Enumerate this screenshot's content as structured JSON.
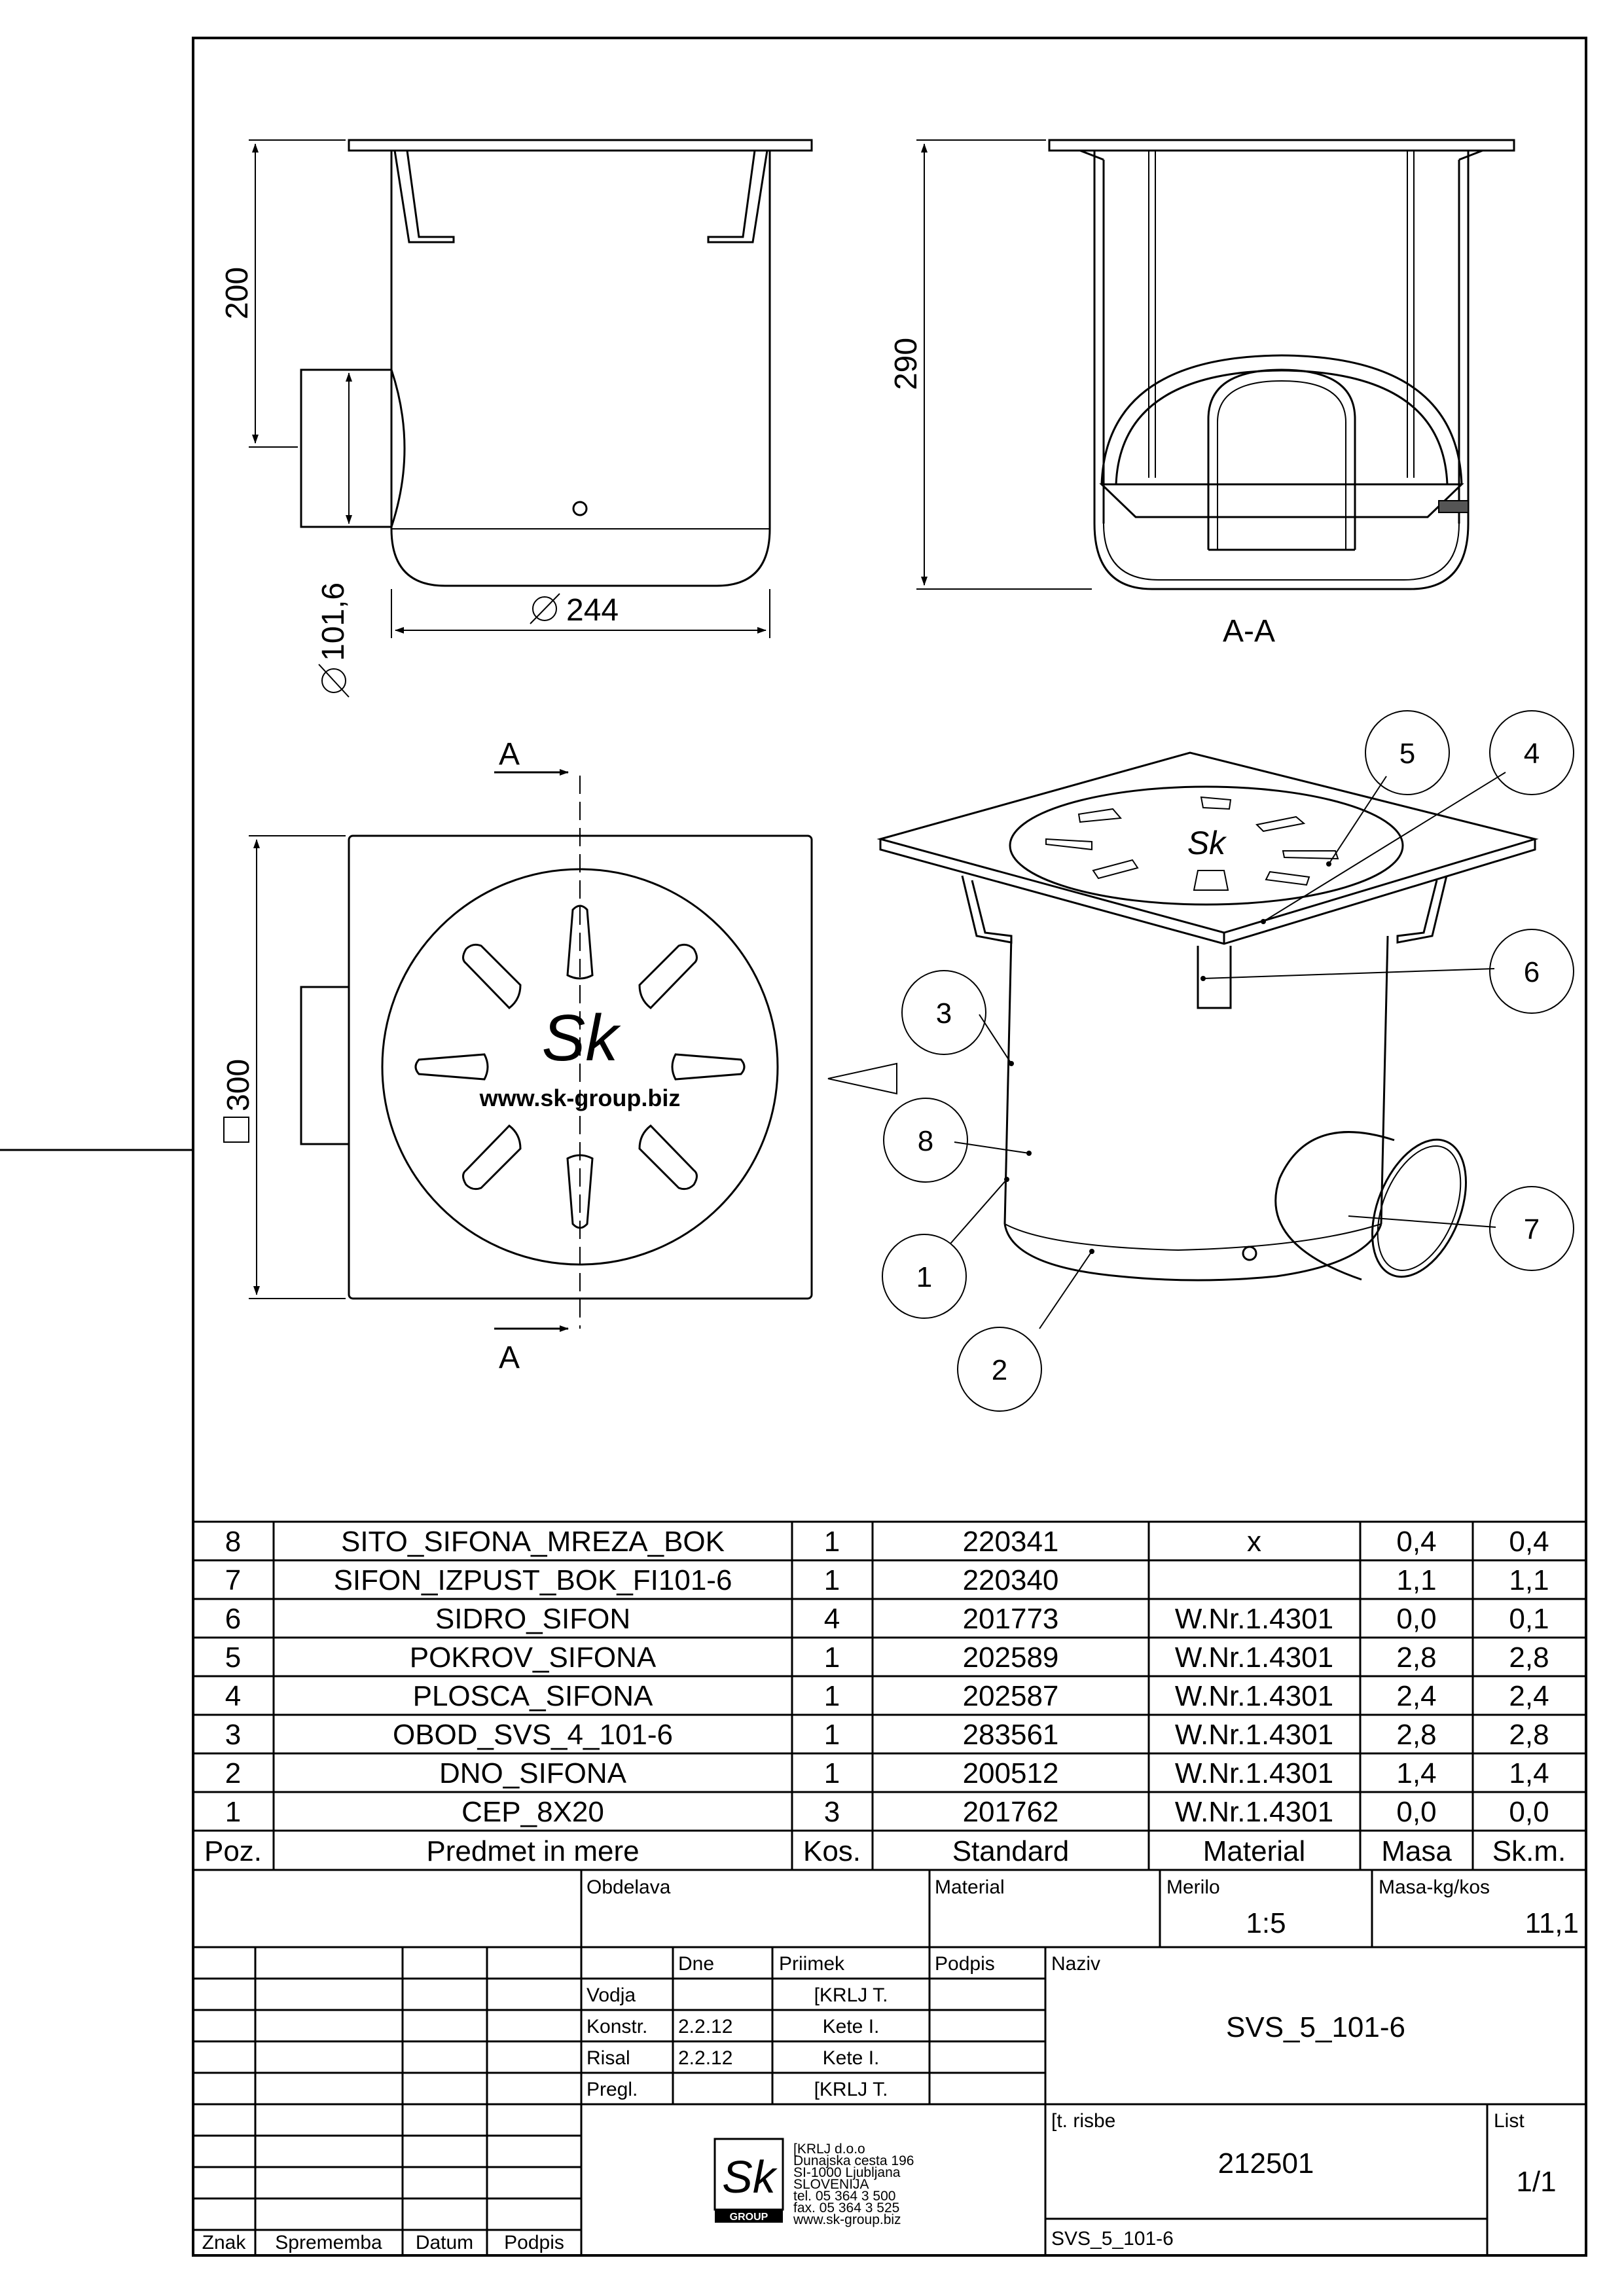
{
  "views": {
    "dim_height_200": "200",
    "dim_outlet_diameter": "101,6",
    "dim_body_diameter": "244",
    "dim_height_290": "290",
    "section_label": "A-A",
    "dim_square_300": "300",
    "cut_marker_top": "A",
    "cut_marker_bottom": "A",
    "logo_text": "Sk",
    "grate_url": "www.sk-group.biz"
  },
  "balloons": [
    "1",
    "2",
    "3",
    "4",
    "5",
    "6",
    "7",
    "8"
  ],
  "bom": {
    "rows": [
      {
        "poz": "8",
        "name": "SITO_SIFONA_MREZA_BOK",
        "kos": "1",
        "standard": "220341",
        "material": "x",
        "masa": "0,4",
        "skm": "0,4"
      },
      {
        "poz": "7",
        "name": "SIFON_IZPUST_BOK_FI101-6",
        "kos": "1",
        "standard": "220340",
        "material": "",
        "masa": "1,1",
        "skm": "1,1"
      },
      {
        "poz": "6",
        "name": "SIDRO_SIFON",
        "kos": "4",
        "standard": "201773",
        "material": "W.Nr.1.4301",
        "masa": "0,0",
        "skm": "0,1"
      },
      {
        "poz": "5",
        "name": "POKROV_SIFONA",
        "kos": "1",
        "standard": "202589",
        "material": "W.Nr.1.4301",
        "masa": "2,8",
        "skm": "2,8"
      },
      {
        "poz": "4",
        "name": "PLOSCA_SIFONA",
        "kos": "1",
        "standard": "202587",
        "material": "W.Nr.1.4301",
        "masa": "2,4",
        "skm": "2,4"
      },
      {
        "poz": "3",
        "name": "OBOD_SVS_4_101-6",
        "kos": "1",
        "standard": "283561",
        "material": "W.Nr.1.4301",
        "masa": "2,8",
        "skm": "2,8"
      },
      {
        "poz": "2",
        "name": "DNO_SIFONA",
        "kos": "1",
        "standard": "200512",
        "material": "W.Nr.1.4301",
        "masa": "1,4",
        "skm": "1,4"
      },
      {
        "poz": "1",
        "name": "CEP_8X20",
        "kos": "3",
        "standard": "201762",
        "material": "W.Nr.1.4301",
        "masa": "0,0",
        "skm": "0,0"
      }
    ],
    "header": {
      "poz": "Poz.",
      "name": "Predmet in mere",
      "kos": "Kos.",
      "standard": "Standard",
      "material": "Material",
      "masa": "Masa",
      "skm": "Sk.m."
    }
  },
  "title_block": {
    "obdelava_label": "Obdelava",
    "material_label": "Material",
    "merilo_label": "Merilo",
    "merilo_value": "1:5",
    "masa_label": "Masa-kg/kos",
    "masa_value": "11,1",
    "dne_label": "Dne",
    "priimek_label": "Priimek",
    "podpis_label": "Podpis",
    "naziv_label": "Naziv",
    "naziv_value": "SVS_5_101-6",
    "roles": [
      {
        "role": "Vodja",
        "date": "",
        "name": "[KRLJ T."
      },
      {
        "role": "Konstr.",
        "date": "2.2.12",
        "name": "Kete I."
      },
      {
        "role": "Risal",
        "date": "2.2.12",
        "name": "Kete I."
      },
      {
        "role": "Pregl.",
        "date": "",
        "name": "[KRLJ T."
      }
    ],
    "st_risbe_label": "[t. risbe",
    "st_risbe_value": "212501",
    "list_label": "List",
    "list_value": "1/1",
    "file_name": "SVS_5_101-6",
    "rev_headers": {
      "znak": "Znak",
      "sprememba": "Sprememba",
      "datum": "Datum",
      "podpis": "Podpis"
    },
    "company": {
      "logo": "Sk",
      "logo_sub": "GROUP",
      "lines": [
        "[KRLJ d.o.o",
        "Dunajska cesta 196",
        "SI-1000 Ljubljana",
        "SLOVENIJA",
        "tel. 05 364 3 500",
        "fax. 05 364 3 525",
        "www.sk-group.biz"
      ]
    }
  }
}
